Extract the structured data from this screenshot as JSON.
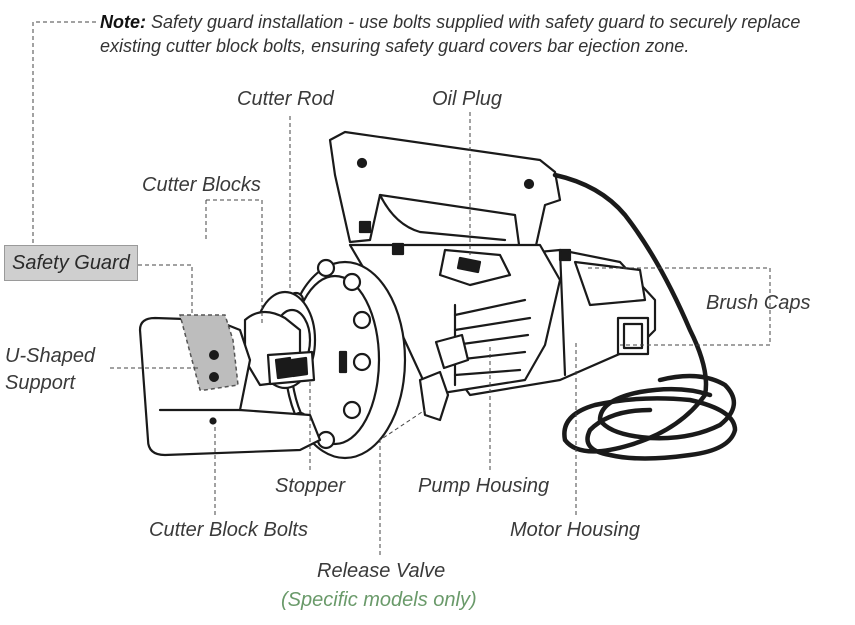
{
  "note": {
    "prefix": "Note:",
    "text": "Safety guard installation - use bolts supplied with safety guard to securely replace existing cutter block bolts, ensuring safety guard covers bar ejection zone."
  },
  "labels": {
    "safety_guard": "Safety Guard",
    "cutter_rod": "Cutter Rod",
    "oil_plug": "Oil Plug",
    "cutter_blocks": "Cutter Blocks",
    "brush_caps": "Brush Caps",
    "u_shaped_support_line1": "U-Shaped",
    "u_shaped_support_line2": "Support",
    "stopper": "Stopper",
    "pump_housing": "Pump Housing",
    "cutter_block_bolts": "Cutter Block Bolts",
    "motor_housing": "Motor Housing",
    "release_valve": "Release Valve",
    "release_valve_note": "(Specific models only)"
  }
}
